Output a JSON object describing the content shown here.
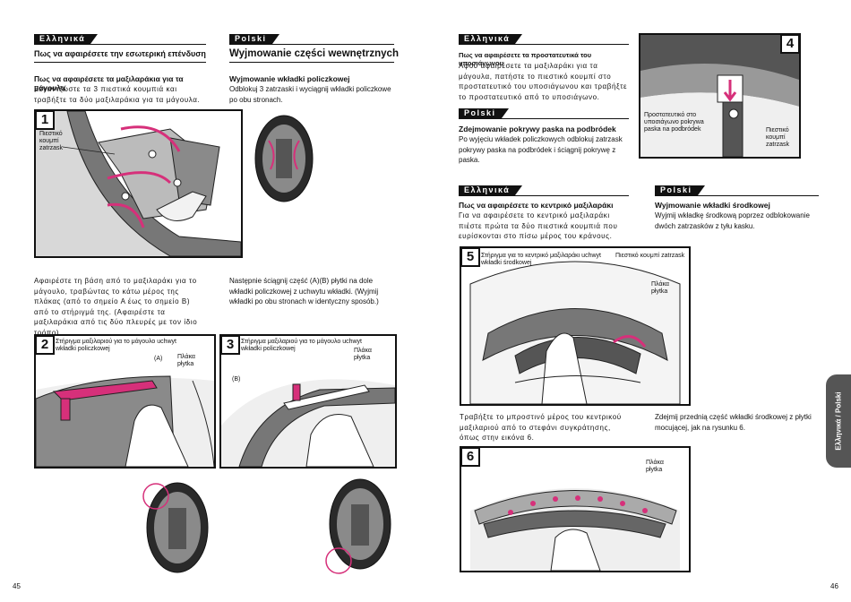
{
  "left": {
    "el": {
      "tab": "Ελληνικά",
      "heading": "Πως να αφαιρέσετε την εσωτερική επένδυση",
      "subheading": "Πως να αφαιρέσετε τα μαξιλαράκια για τα μάγουλα",
      "text": "Ξεγαντζώστε τα 3 πιεστικά κουμπιά και τραβήξτε τα δύο μαξιλαράκια για τα μάγουλα.",
      "text2": "Αφαιρέστε τη βάση από το μαξιλαράκι για το μάγουλο, τραβώντας το κάτω μέρος της πλάκας (από το σημείο Α έως το σημείο Β) από το στήριγμά της. (Αφαιρέστε τα μαξιλαράκια από τις δύο πλευρές με τον ίδιο τρόπο)"
    },
    "pl": {
      "tab": "Polski",
      "heading": "Wyjmowanie części wewnętrznych",
      "subheading": "Wyjmowanie wkładki policzkowej",
      "text": "Odblokuj 3 zatrzaski i wyciągnij wkładki policzkowe po obu stronach.",
      "text2": "Następnie ściągnij część (A)(B) płytki na dole wkładki policzkowej z uchwytu wkładki. (Wyjmij wkładki po obu stronach w identyczny sposób.)"
    },
    "fig1": {
      "num": "1",
      "label": "Πιεστικό κουμπί zatrzask"
    },
    "fig2": {
      "num": "2",
      "label_top": "Στήριγμα μαξιλαριού για το μάγουλο uchwyt wkładki policzkowej",
      "label_a": "(A)",
      "label_plate": "Πλάκα płytka"
    },
    "fig3": {
      "num": "3",
      "label_top": "Στήριγμα μαξιλαριού για το μάγουλο uchwyt wkładki policzkowej",
      "label_b": "(B)",
      "label_plate": "Πλάκα płytka"
    },
    "page_number": "45"
  },
  "right": {
    "s1": {
      "el_tab": "Ελληνικά",
      "el_sub": "Πως να αφαιρέσετε τα προστατευτικά του υποσιάγωνου",
      "el_text": "Αφού αφαιρέσετε τα μαξιλαράκι για τα μάγουλα, πατήστε το πιεστικό κουμπί στο προστατευτικό του υποσιάγωνου και τραβήξτε το προστατευτικό από το υποσιάγωνο.",
      "pl_tab": "Polski",
      "pl_sub": "Zdejmowanie pokrywy paska na podbródek",
      "pl_text": "Po wyjęciu wkładek policzkowych odblokuj zatrzask pokrywy paska na podbródek i ściągnij pokrywę z paska."
    },
    "fig4": {
      "num": "4",
      "label_left": "Προστατευτικό στο υποσιάγωνο pokrywa paska na podbródek",
      "label_right": "Πιεστικό κουμπί zatrzask"
    },
    "s2": {
      "el_tab": "Ελληνικά",
      "el_sub": "Πως να αφαιρέσετε το κεντρικό μαξιλαράκι",
      "el_text": "Για να αφαιρέσετε το κεντρικό μαξιλαράκι πιέστε πρώτα τα δύο πιεστικά κουμπιά που ευρίσκονται στο πίσω μέρος του κράνους.",
      "pl_tab": "Polski",
      "pl_sub": "Wyjmowanie wkładki środkowej",
      "pl_text": "Wyjmij wkładkę środkową poprzez odblokowanie dwóch zatrzasków z tyłu kasku."
    },
    "fig5": {
      "num": "5",
      "label_left": "Στήριγμα για το κεντρικό μαξιλαράκι uchwyt wkładki środkowej",
      "label_mid": "Πιεστικό κουμπί zatrzask",
      "label_plate": "Πλάκα płytka"
    },
    "s3": {
      "el_text": "Τραβήξτε το μπροστινό μέρος του κεντρικού μαξιλαριού από το στεφάνι συγκράτησης, όπως στην εικόνα 6.",
      "pl_text": "Zdejmij przednią część wkładki środkowej z płytki mocującej, jak na rysunku 6."
    },
    "fig6": {
      "num": "6",
      "label_plate": "Πλάκα płytka"
    },
    "side_tab": "Ελληνικά / Polski",
    "page_number": "46"
  },
  "colors": {
    "accent": "#d6307a",
    "ink": "#111111",
    "cushion": "#6b6b6b"
  }
}
